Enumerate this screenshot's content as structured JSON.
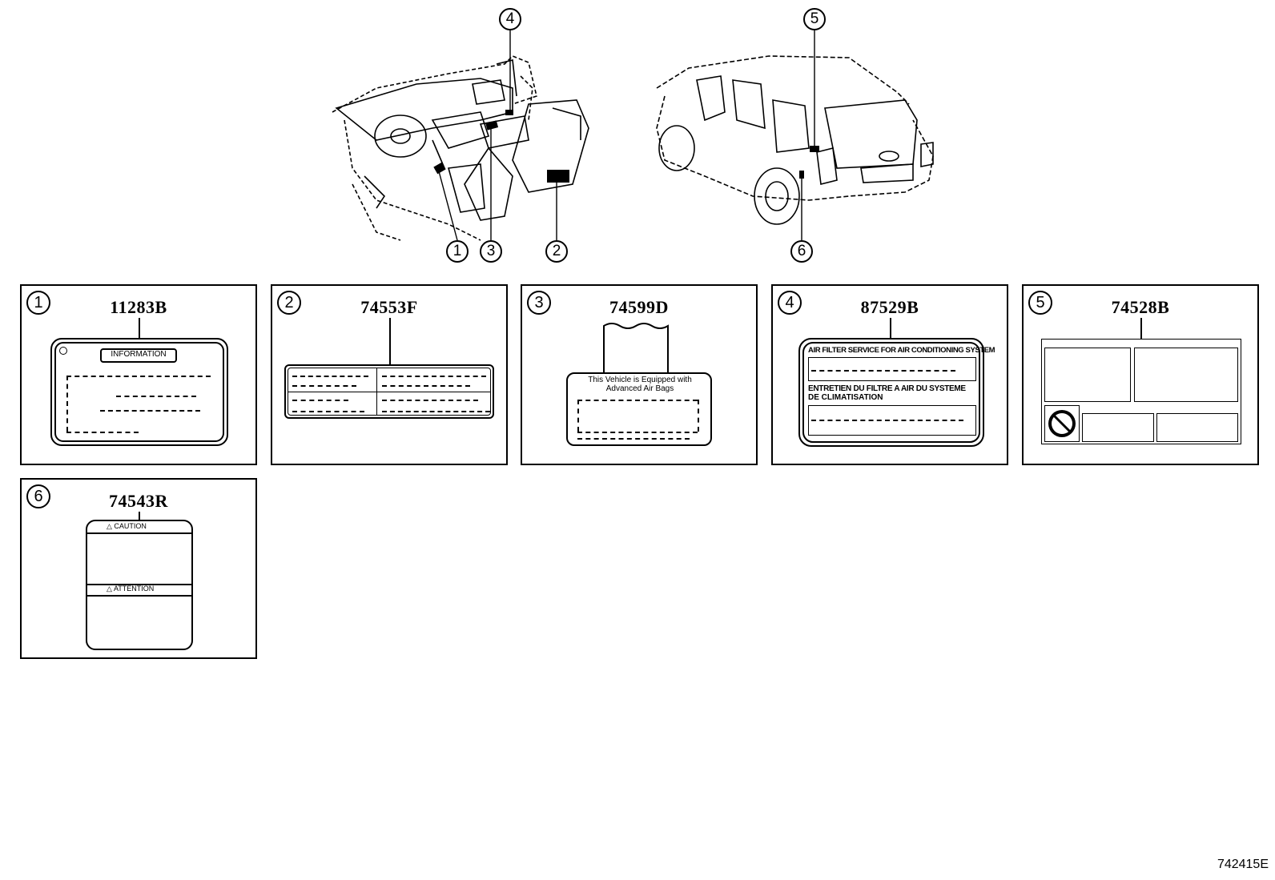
{
  "callouts": [
    "1",
    "2",
    "3",
    "4",
    "5",
    "6"
  ],
  "panels": [
    {
      "index": "1",
      "part": "11283B",
      "label_text": "INFORMATION"
    },
    {
      "index": "2",
      "part": "74553F"
    },
    {
      "index": "3",
      "part": "74599D",
      "label_text": "This Vehicle is Equipped with Advanced Air Bags"
    },
    {
      "index": "4",
      "part": "87529B",
      "line1": "AIR FILTER SERVICE FOR AIR CONDITIONING SYSTEM",
      "line2": "ENTRETIEN DU FILTRE A AIR DU SYSTEME",
      "line3": "DE CLIMATISATION"
    },
    {
      "index": "5",
      "part": "74528B"
    },
    {
      "index": "6",
      "part": "74543R",
      "caution": "CAUTION",
      "attention": "ATTENTION"
    }
  ],
  "figure_code": "742415E"
}
